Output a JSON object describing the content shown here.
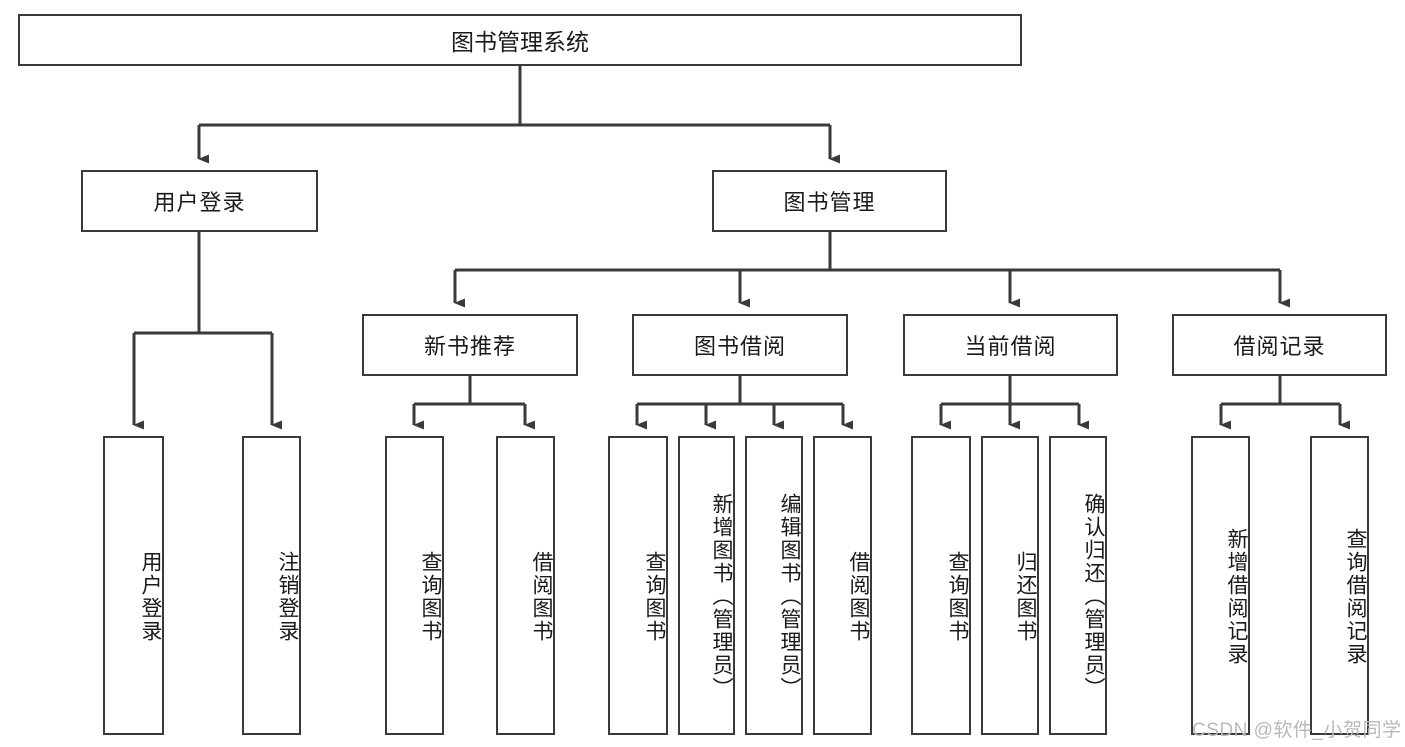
{
  "diagram": {
    "title": "图书管理系统",
    "root": {
      "label": "图书管理系统"
    },
    "level1": [
      {
        "label": "用户登录"
      },
      {
        "label": "图书管理"
      }
    ],
    "level2": [
      {
        "label": "新书推荐"
      },
      {
        "label": "图书借阅"
      },
      {
        "label": "当前借阅"
      },
      {
        "label": "借阅记录"
      }
    ],
    "leaves": [
      {
        "label": "用户登录",
        "parent": "用户登录"
      },
      {
        "label": "注销登录",
        "parent": "用户登录"
      },
      {
        "label": "查询图书",
        "parent": "新书推荐"
      },
      {
        "label": "借阅图书",
        "parent": "新书推荐"
      },
      {
        "label": "查询图书",
        "parent": "图书借阅"
      },
      {
        "label": "新增图书（管理员）",
        "parent": "图书借阅"
      },
      {
        "label": "编辑图书（管理员）",
        "parent": "图书借阅"
      },
      {
        "label": "借阅图书",
        "parent": "图书借阅"
      },
      {
        "label": "查询图书",
        "parent": "当前借阅"
      },
      {
        "label": "归还图书",
        "parent": "当前借阅"
      },
      {
        "label": "确认归还（管理员）",
        "parent": "当前借阅"
      },
      {
        "label": "新增借阅记录",
        "parent": "借阅记录"
      },
      {
        "label": "查询借阅记录",
        "parent": "借阅记录"
      }
    ]
  },
  "watermark": {
    "text": "CSDN @软件_小贺同学"
  },
  "colors": {
    "stroke": "#3a3a3a",
    "background": "#ffffff",
    "text": "#1a1a1a",
    "watermark": "#b9b9b9"
  }
}
